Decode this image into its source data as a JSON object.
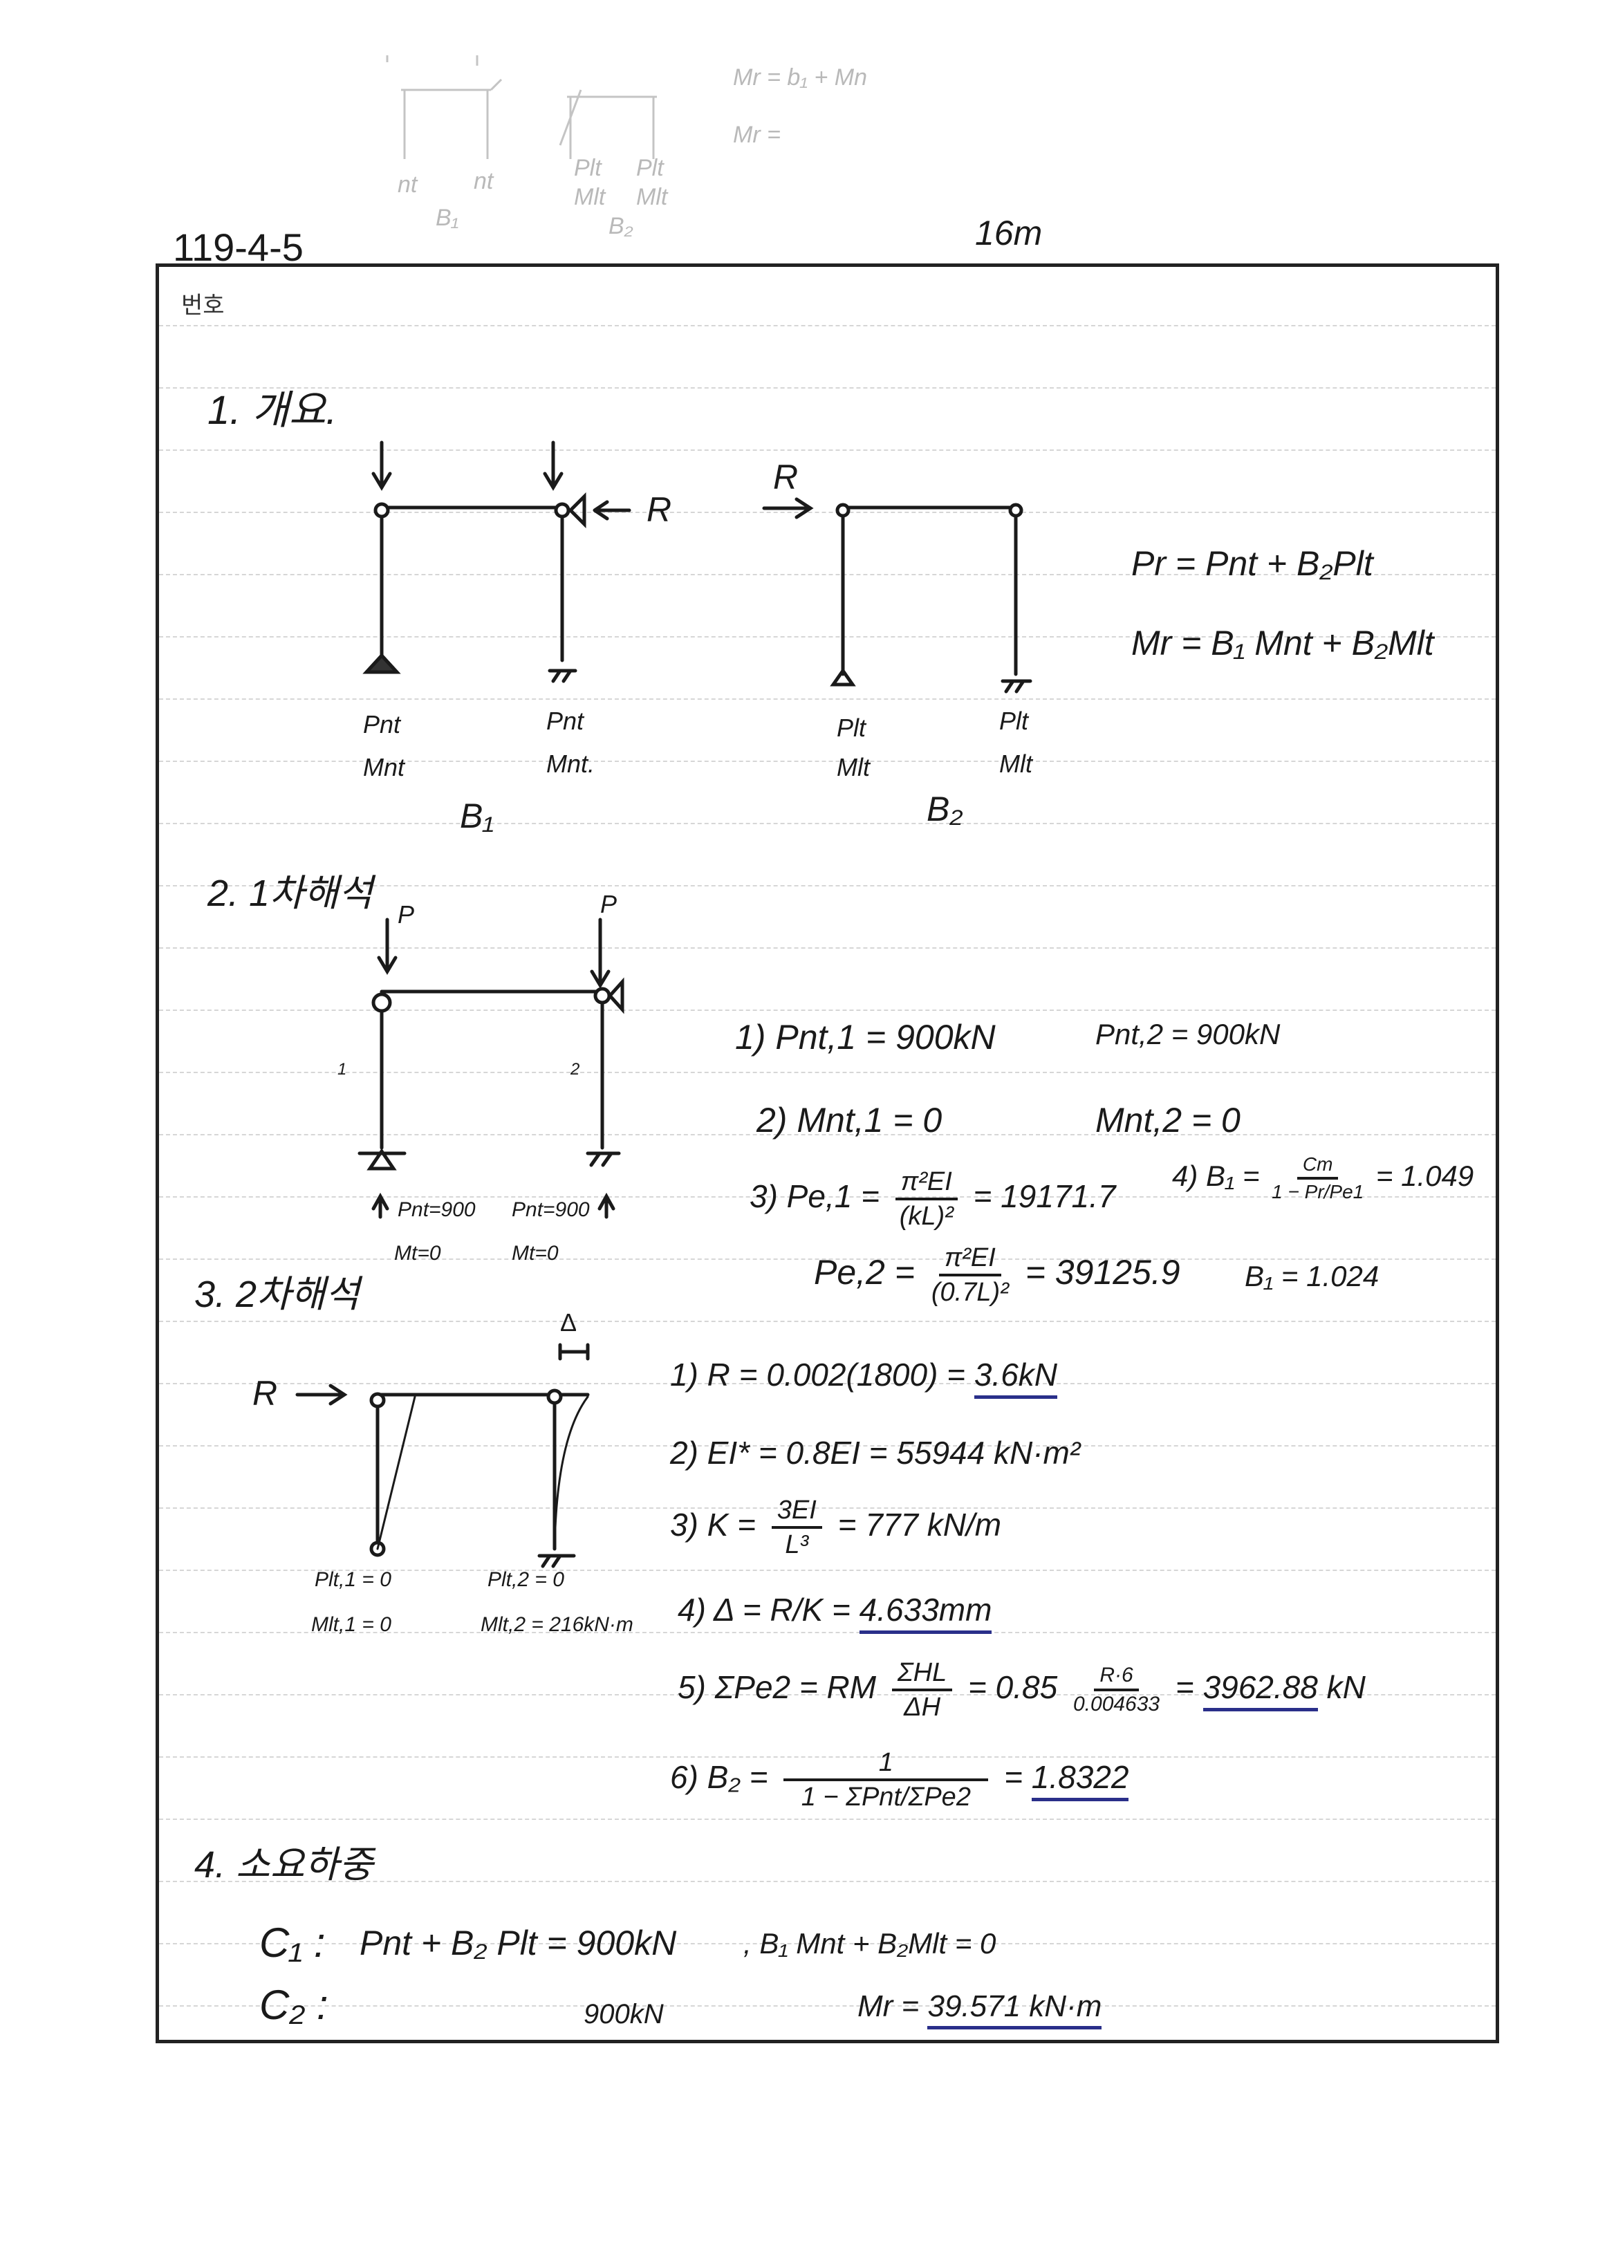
{
  "header": {
    "problem_number": "119-4-5",
    "length": "16m",
    "number_label": "번호"
  },
  "scratch": {
    "left_labels": [
      "nt",
      "nt",
      "B₁"
    ],
    "right_labels": [
      "Plt",
      "Plt",
      "Mlt",
      "Mlt",
      "B₂"
    ],
    "line1": "Mr = b₁ + Mn",
    "line2": "Mr ="
  },
  "section1": {
    "title": "1. 개요.",
    "r_label": "R",
    "b1": {
      "left_p": "Pnt",
      "left_m": "Mnt",
      "right_p": "Pnt",
      "right_m": "Mnt.",
      "label": "B₁"
    },
    "b2": {
      "left_p": "Plt",
      "left_m": "Mlt",
      "right_p": "Plt",
      "right_m": "Mlt",
      "label": "B₂"
    },
    "pr_formula": "Pr = Pnt + B₂Plt",
    "mr_formula": "Mr = B₁ Mnt + B₂Mlt"
  },
  "section2": {
    "title": "2. 1차해석",
    "p_left": "P",
    "p_right": "P",
    "col_left": "1",
    "col_right": "2",
    "left_p": "Pnt=900",
    "left_m": "Mt=0",
    "right_p": "Pnt=900",
    "right_m": "Mt=0",
    "eq1": {
      "label": "1) Pnt,1 = 900kN",
      "second": "Pnt,2 = 900kN"
    },
    "eq2": {
      "label": "2) Mnt,1 = 0",
      "second": "Mnt,2 = 0"
    },
    "eq3": {
      "prefix": "3) Pe,1 =",
      "num": "π²EI",
      "den": "(kL)²",
      "result": "= 19171.7"
    },
    "eq4": {
      "prefix": "4) B₁ =",
      "num": "Cm",
      "den": "1 − Pr/Pe1",
      "result": "= 1.049"
    },
    "eq5": {
      "prefix": "Pe,2 =",
      "num": "π²EI",
      "den": "(0.7L)²",
      "result": "= 39125.9"
    },
    "b1_final": "B₁ = 1.024"
  },
  "section3": {
    "title": "3. 2차해석",
    "r_label": "R",
    "delta_label": "Δ",
    "left_p": "Plt,1 = 0",
    "left_m": "Mlt,1 = 0",
    "right_p": "Plt,2 = 0",
    "right_m": "Mlt,2 = 216kN·m",
    "eq1": {
      "prefix": "1) R = 0.002(1800) =",
      "result": "3.6kN"
    },
    "eq2": {
      "text": "2) EI* = 0.8EI = 55944 kN·m²"
    },
    "eq3": {
      "prefix": "3) K =",
      "num": "3EI",
      "den": "L³",
      "result": "= 777 kN/m"
    },
    "eq4": {
      "prefix": "4) Δ = R/K =",
      "result": "4.633mm"
    },
    "eq5": {
      "prefix": "5) ΣPe2 = RM",
      "num": "ΣHL",
      "den": "ΔH",
      "mid": "= 0.85",
      "num2": "R·6",
      "den2": "0.004633",
      "eq": "=",
      "result": "3962.88",
      "unit": "kN"
    },
    "eq6": {
      "prefix": "6) B₂ =",
      "num": "1",
      "den": "1 − ΣPnt/ΣPe2",
      "eq": "=",
      "result": "1.8322"
    }
  },
  "section4": {
    "title": "4. 소요하중",
    "c1_label": "C₁ :",
    "c1_p": "Pnt + B₂ Plt = 900kN",
    "c1_m": ", B₁ Mnt + B₂Mlt = 0",
    "c2_label": "C₂ :",
    "c2_p": "900kN",
    "c2_m_prefix": "Mr =",
    "c2_m_result": "39.571 kN·m"
  },
  "colors": {
    "ink": "#1a1a1a",
    "blue_underline": "#2a2f8a",
    "rule": "#d6d6d6"
  }
}
